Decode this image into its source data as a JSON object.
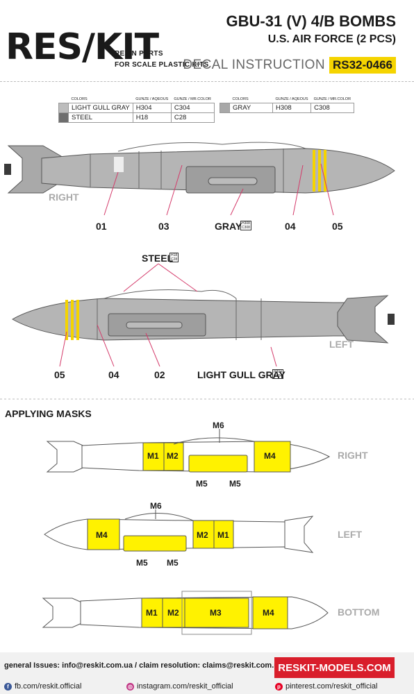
{
  "header": {
    "logo": "RES/KIT",
    "logo_sub1": "RESIN PARTS",
    "logo_sub2": "FOR SCALE PLASTIC KITS",
    "title": "GBU-31 (V) 4/B BOMBS",
    "subtitle": "U.S. AIR FORCE (2 PCS)",
    "decal_label": "DECAL INSTRUCTION",
    "code": "RS32-0466"
  },
  "color_table_left": {
    "headers": [
      "COLORS",
      "GUNZE / AQEOUS",
      "GUNZE / MR.COLOR"
    ],
    "rows": [
      {
        "name": "LIGHT GULL GRAY",
        "aqueous": "H304",
        "mrcolor": "C304",
        "swatch": "#bdbdbd"
      },
      {
        "name": "STEEL",
        "aqueous": "H18",
        "mrcolor": "C28",
        "swatch": "#6e6e6e"
      }
    ]
  },
  "color_table_right": {
    "headers": [
      "COLORS",
      "GUNZE / AQEOUS",
      "GUNZE / MR.COLOR"
    ],
    "rows": [
      {
        "name": "GRAY",
        "aqueous": "H308",
        "mrcolor": "C308",
        "swatch": "#a8a8a8"
      }
    ]
  },
  "view_right": {
    "side_label": "RIGHT",
    "callouts": [
      "01",
      "03",
      "GRAY",
      "04",
      "05"
    ],
    "gray_codes": [
      "H308",
      "C308"
    ]
  },
  "view_left": {
    "side_label": "LEFT",
    "steel_label": "STEEL",
    "steel_codes": [
      "H18",
      "C28"
    ],
    "callouts": [
      "05",
      "04",
      "02",
      "LIGHT GULL GRAY"
    ],
    "lgg_codes": [
      "H304",
      "C304"
    ]
  },
  "masks": {
    "section_title": "APPLYING MASKS",
    "right": {
      "side": "RIGHT",
      "labels": [
        "M1",
        "M2",
        "M4",
        "M6",
        "M5",
        "M5"
      ]
    },
    "left": {
      "side": "LEFT",
      "labels": [
        "M4",
        "M2",
        "M1",
        "M6",
        "M5",
        "M5"
      ]
    },
    "bottom": {
      "side": "BOTTOM",
      "labels": [
        "M1",
        "M2",
        "M3",
        "M4"
      ]
    }
  },
  "footer": {
    "email": "general Issues: info@reskit.com.ua / claim resolution: claims@reskit.com.ua",
    "site": "RESKIT-MODELS.COM",
    "fb": "fb.com/reskit.official",
    "instagram": "instagram.com/reskit_official",
    "pinterest": "pinterest.com/reskit_official"
  },
  "colors": {
    "accent_yellow": "#f5d400",
    "brand_red": "#d91e2b",
    "bomb_gray": "#b4b4b4",
    "mask_yellow": "#fff200"
  }
}
